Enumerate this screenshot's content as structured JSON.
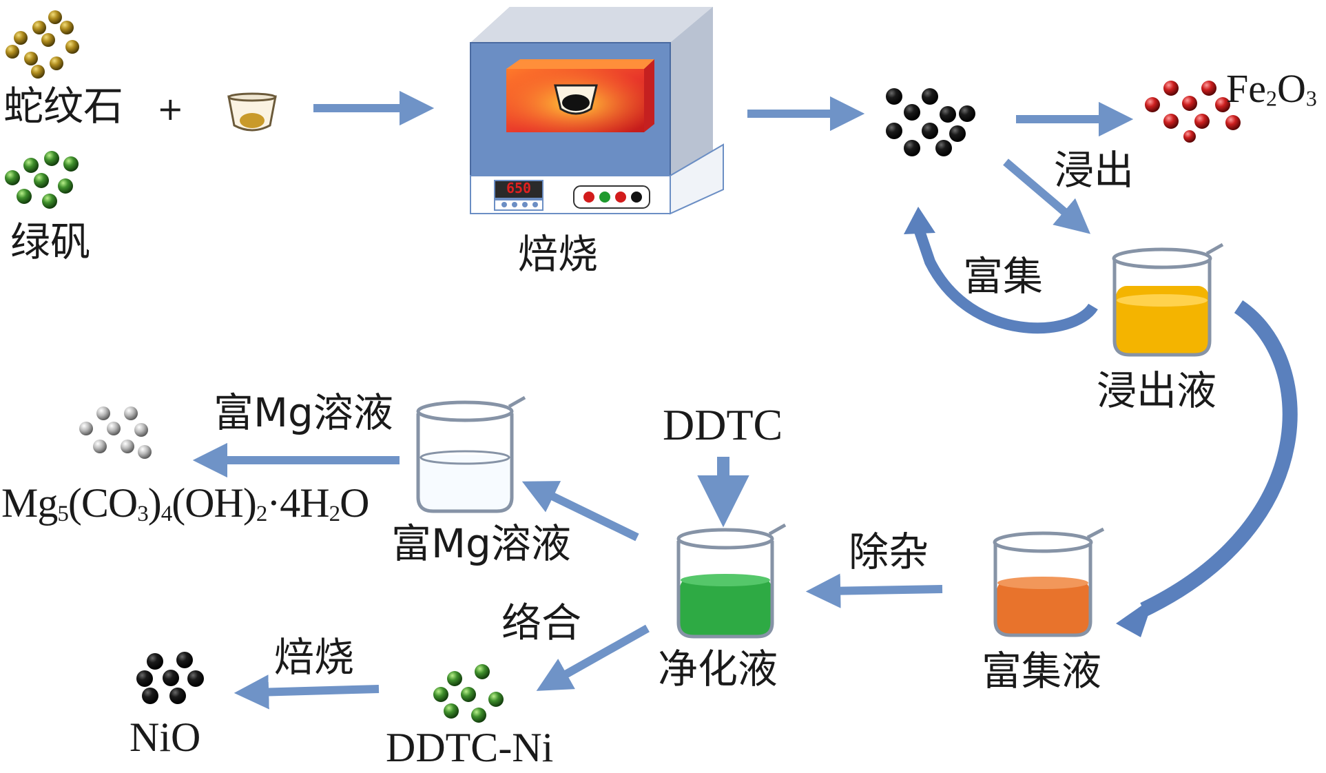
{
  "colors": {
    "arrow": "#6f93c7",
    "arrow_curve": "#5a80bd",
    "gold": "#b08c1e",
    "green": "#3f8f2c",
    "black": "#111111",
    "red": "#cc1f1f",
    "silver": "#b9b9b9",
    "furnace_body": "#6b8ec4",
    "furnace_box": "#e8372a",
    "leach_liquid": "#f4b400",
    "enrich_liquid": "#e8732c",
    "purified_liquid": "#2eaa44",
    "mg_liquid": "#ffffff",
    "display_red": "#e02020"
  },
  "raw_materials": {
    "serpentine": "蛇纹石",
    "plus": "+",
    "green_vitriol": "绿矾"
  },
  "furnace": {
    "label": "焙烧",
    "display": "650"
  },
  "product_fe": {
    "formula_main": "Fe",
    "formula_sub1": "2",
    "formula_mid": "O",
    "formula_sub2": "3"
  },
  "steps": {
    "leaching": "浸出",
    "enrichment": "富集",
    "leachate": "浸出液",
    "enriched_liquid": "富集液",
    "impurity_removal": "除杂",
    "reagent": "DDTC",
    "purified_liquid": "净化液",
    "mg_solution_upper": "富Mg溶液",
    "mg_solution_lower": "富Mg溶液",
    "complexation": "络合",
    "roasting2": "焙烧"
  },
  "products": {
    "mg_formula": [
      "Mg",
      "5",
      "(CO",
      "3",
      ")",
      "4",
      "(OH)",
      "2",
      "·4H",
      "2",
      "O"
    ],
    "ddtc_ni": "DDTC-Ni",
    "nio": "NiO"
  },
  "icons": [
    "sphere-cluster-icon",
    "crucible-icon",
    "muffle-furnace-icon",
    "beaker-icon",
    "arrow-icon",
    "curved-arrow-icon"
  ]
}
